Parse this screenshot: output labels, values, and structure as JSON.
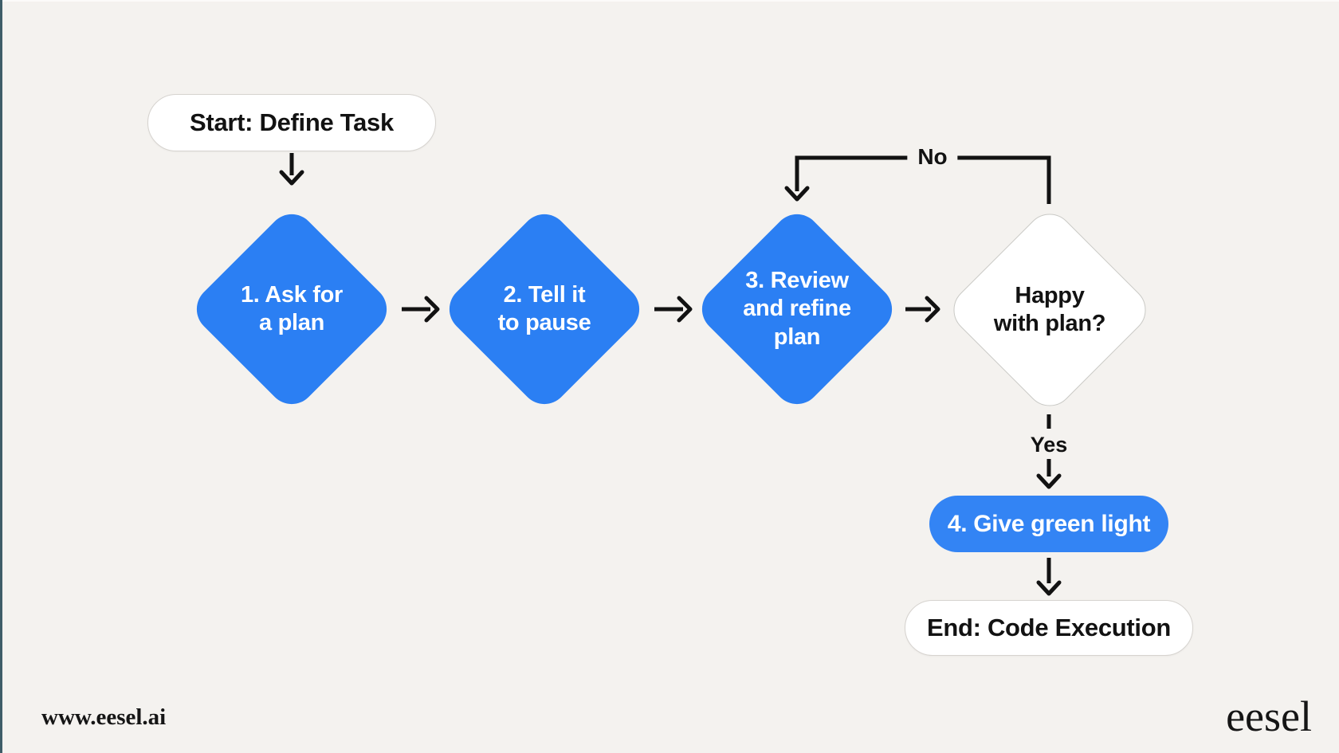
{
  "colors": {
    "background": "#F4F2EF",
    "diamond_blue": "#2B7FF3",
    "pill_blue": "#3384F4",
    "node_white": "#FFFFFF",
    "node_border": "#D3D1CD",
    "ink": "#121212",
    "left_edge_stripe": "#3E5D68"
  },
  "flowchart": {
    "start_node": {
      "label": "Start: Define Task"
    },
    "step1_node": {
      "line1": "1. Ask for",
      "line2": "a plan"
    },
    "step2_node": {
      "line1": "2. Tell it",
      "line2": "to pause"
    },
    "step3_node": {
      "line1": "3. Review",
      "line2": "and refine",
      "line3": "plan"
    },
    "decision_node": {
      "line1": "Happy",
      "line2": "with plan?"
    },
    "edges": {
      "no_label": "No",
      "yes_label": "Yes"
    },
    "step4_node": {
      "label": "4. Give green light"
    },
    "end_node": {
      "label": "End: Code Execution"
    }
  },
  "footer": {
    "website": "www.eesel.ai",
    "brand": "eesel"
  }
}
